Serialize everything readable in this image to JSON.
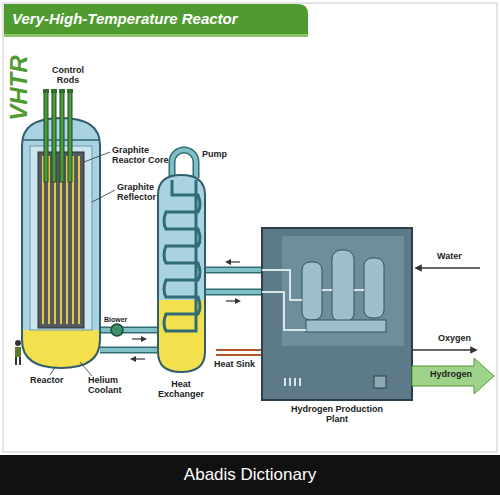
{
  "diagram": {
    "title": "Very-High-Temperature Reactor",
    "labels": [
      "VHTR",
      "Control Rods",
      "Graphite Reactor Core",
      "Graphite Reflector",
      "Pump",
      "Blower",
      "Reactor",
      "Helium Coolant",
      "Heat Exchanger",
      "Heat Sink",
      "Hydrogen Production Plant",
      "Water",
      "Oxygen",
      "Hydrogen",
      "Abadis Dictionary"
    ]
  }
}
